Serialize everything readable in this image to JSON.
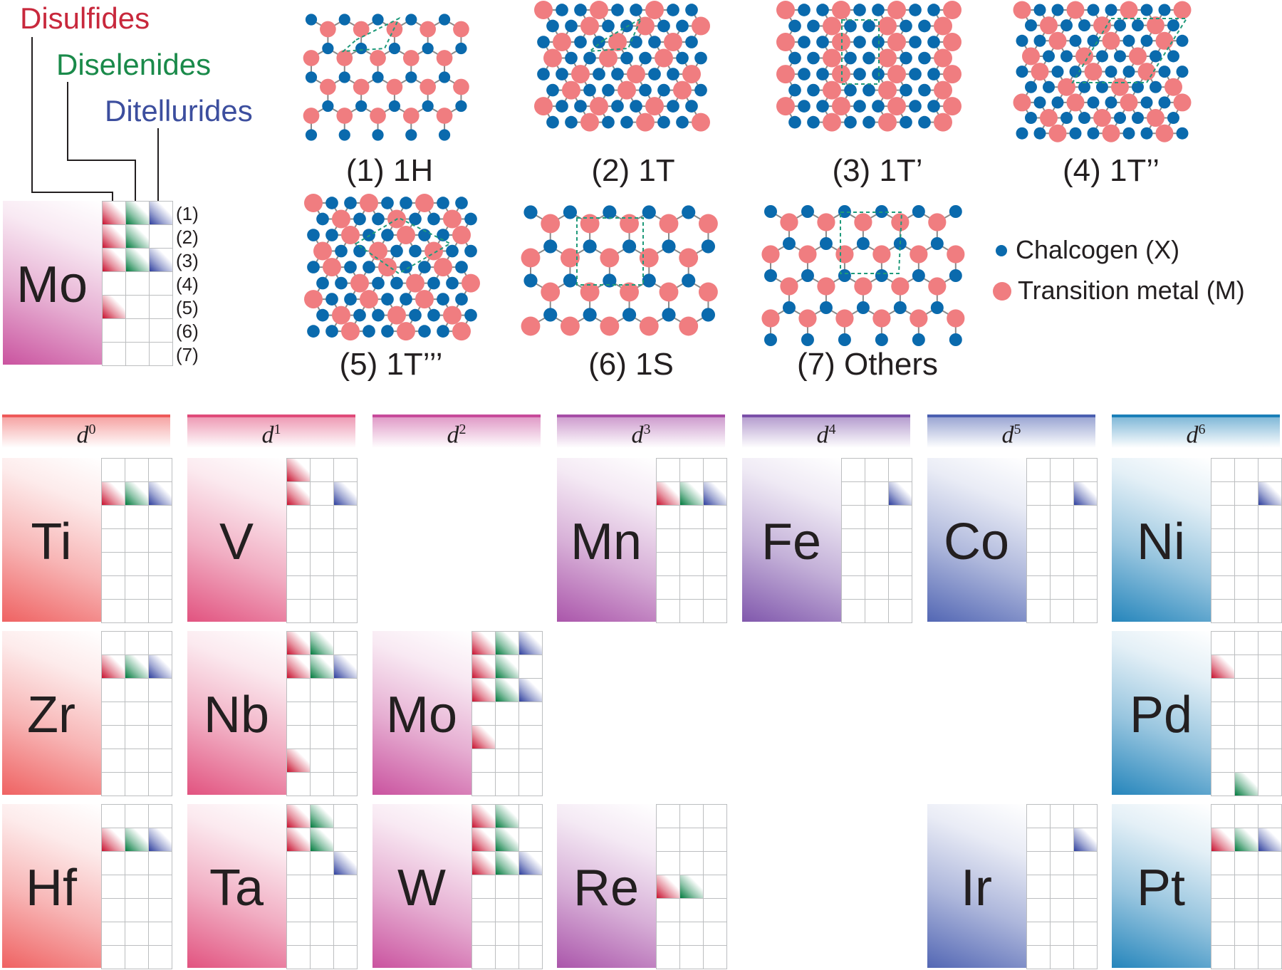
{
  "legend": {
    "disulfides": "Disulfides",
    "diselenides": "Diselenides",
    "ditellurides": "Ditellurides",
    "example_element": "Mo",
    "row_numbers": [
      "(1)",
      "(2)",
      "(3)",
      "(4)",
      "(5)",
      "(6)",
      "(7)"
    ],
    "example_cells": {
      "S": [
        1,
        2,
        3,
        5
      ],
      "Se": [
        1,
        2,
        3
      ],
      "Te": [
        1,
        3
      ]
    }
  },
  "structures": [
    {
      "label": "(1) 1H"
    },
    {
      "label": "(2) 1T"
    },
    {
      "label": "(3) 1T’"
    },
    {
      "label": "(4) 1T’’"
    },
    {
      "label": "(5) 1T’’’"
    },
    {
      "label": "(6) 1S"
    },
    {
      "label": "(7) Others"
    }
  ],
  "key": {
    "chalcogen": "Chalcogen (X)",
    "metal": "Transition metal (M)",
    "chalcogen_color": "#0a6aad",
    "metal_color": "#f07d80"
  },
  "colors": {
    "sulfide": "#c8102e",
    "selenide": "#007a3d",
    "telluride": "#2e3f9e",
    "groups": [
      "#ee5a5a",
      "#e04a79",
      "#c74a9a",
      "#a64da6",
      "#7a4fa8",
      "#4a5fb0",
      "#1a7fb8"
    ]
  },
  "groups": [
    {
      "base": "d",
      "exp": "0"
    },
    {
      "base": "d",
      "exp": "1"
    },
    {
      "base": "d",
      "exp": "2"
    },
    {
      "base": "d",
      "exp": "3"
    },
    {
      "base": "d",
      "exp": "4"
    },
    {
      "base": "d",
      "exp": "5"
    },
    {
      "base": "d",
      "exp": "6"
    }
  ],
  "elements": [
    {
      "symbol": "Ti",
      "group": 0,
      "row": 0,
      "S": [
        2
      ],
      "Se": [
        2
      ],
      "Te": [
        2
      ]
    },
    {
      "symbol": "V",
      "group": 1,
      "row": 0,
      "S": [
        1,
        2
      ],
      "Se": [],
      "Te": [
        2
      ]
    },
    {
      "symbol": "Mn",
      "group": 3,
      "row": 0,
      "S": [
        2
      ],
      "Se": [
        2
      ],
      "Te": [
        2
      ]
    },
    {
      "symbol": "Fe",
      "group": 4,
      "row": 0,
      "S": [],
      "Se": [],
      "Te": [
        2
      ]
    },
    {
      "symbol": "Co",
      "group": 5,
      "row": 0,
      "S": [],
      "Se": [],
      "Te": [
        2
      ]
    },
    {
      "symbol": "Ni",
      "group": 6,
      "row": 0,
      "S": [],
      "Se": [],
      "Te": [
        2
      ]
    },
    {
      "symbol": "Zr",
      "group": 0,
      "row": 1,
      "S": [
        2
      ],
      "Se": [
        2
      ],
      "Te": [
        2
      ]
    },
    {
      "symbol": "Nb",
      "group": 1,
      "row": 1,
      "S": [
        1,
        2,
        6
      ],
      "Se": [
        1,
        2
      ],
      "Te": [
        2
      ]
    },
    {
      "symbol": "Mo",
      "group": 2,
      "row": 1,
      "S": [
        1,
        2,
        3,
        5
      ],
      "Se": [
        1,
        2,
        3
      ],
      "Te": [
        1,
        3
      ]
    },
    {
      "symbol": "Pd",
      "group": 6,
      "row": 1,
      "S": [
        2
      ],
      "Se": [
        7
      ],
      "Te": []
    },
    {
      "symbol": "Hf",
      "group": 0,
      "row": 2,
      "S": [
        2
      ],
      "Se": [
        2
      ],
      "Te": [
        2
      ]
    },
    {
      "symbol": "Ta",
      "group": 1,
      "row": 2,
      "S": [
        1,
        2
      ],
      "Se": [
        1,
        2
      ],
      "Te": [
        3
      ]
    },
    {
      "symbol": "W",
      "group": 2,
      "row": 2,
      "S": [
        1,
        2,
        3
      ],
      "Se": [
        1,
        2,
        3
      ],
      "Te": [
        3
      ]
    },
    {
      "symbol": "Re",
      "group": 3,
      "row": 2,
      "S": [
        4
      ],
      "Se": [
        4
      ],
      "Te": []
    },
    {
      "symbol": "Ir",
      "group": 5,
      "row": 2,
      "S": [],
      "Se": [],
      "Te": [
        2
      ]
    },
    {
      "symbol": "Pt",
      "group": 6,
      "row": 2,
      "S": [
        2
      ],
      "Se": [
        2
      ],
      "Te": [
        2
      ]
    }
  ]
}
